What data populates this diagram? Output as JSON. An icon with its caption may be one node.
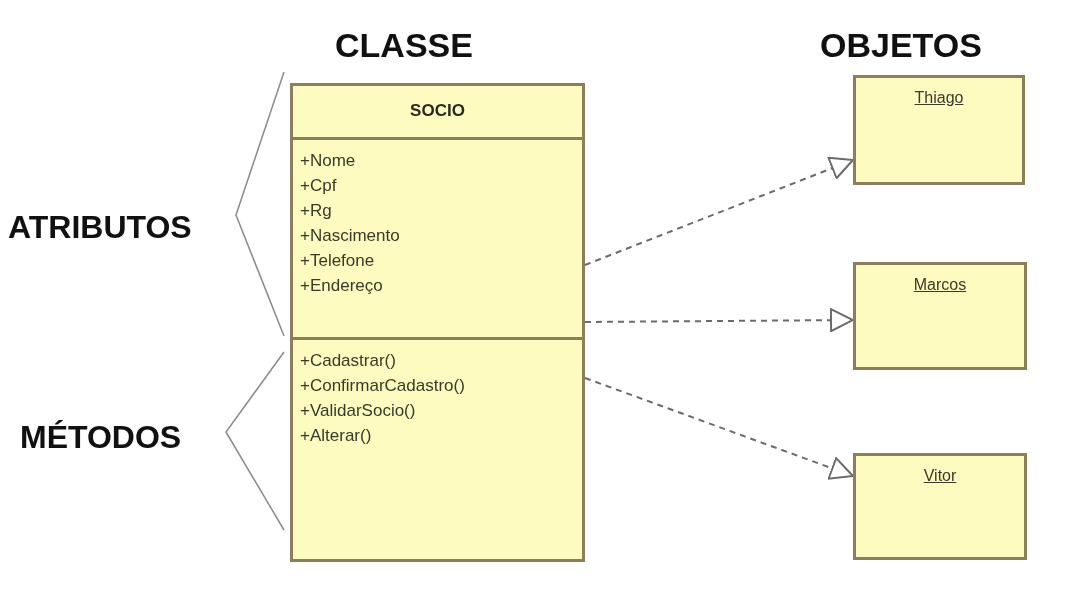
{
  "diagram": {
    "nodes": [
      {
        "text": [
          "SOCIO"
        ]
      },
      {
        "text": [
          "+Nome",
          "+Cpf",
          "+Rg",
          "+Nascimento",
          "+Telefone",
          "+Endereço"
        ],
        "in": 0
      },
      {
        "text": [
          "+Cadastrar()",
          "+ConfirmarCadastro()",
          "+ValidarSocio()",
          "+Alterar()"
        ],
        "in": 0
      },
      {
        "text": [
          "Thiago"
        ]
      },
      {
        "text": [
          "Marcos"
        ]
      },
      {
        "text": [
          "Vitor"
        ]
      }
    ],
    "edges": [
      {
        "from": 1,
        "to": 3,
        "arrow": "to",
        "style": "dashed"
      },
      {
        "from": 1,
        "to": 4,
        "arrow": "to",
        "style": "dashed"
      },
      {
        "from": 2,
        "to": 5,
        "arrow": "to",
        "style": "dashed"
      }
    ],
    "labels": [
      "CLASSE",
      "OBJETOS",
      "ATRIBUTOS",
      "MÉTODOS"
    ]
  }
}
